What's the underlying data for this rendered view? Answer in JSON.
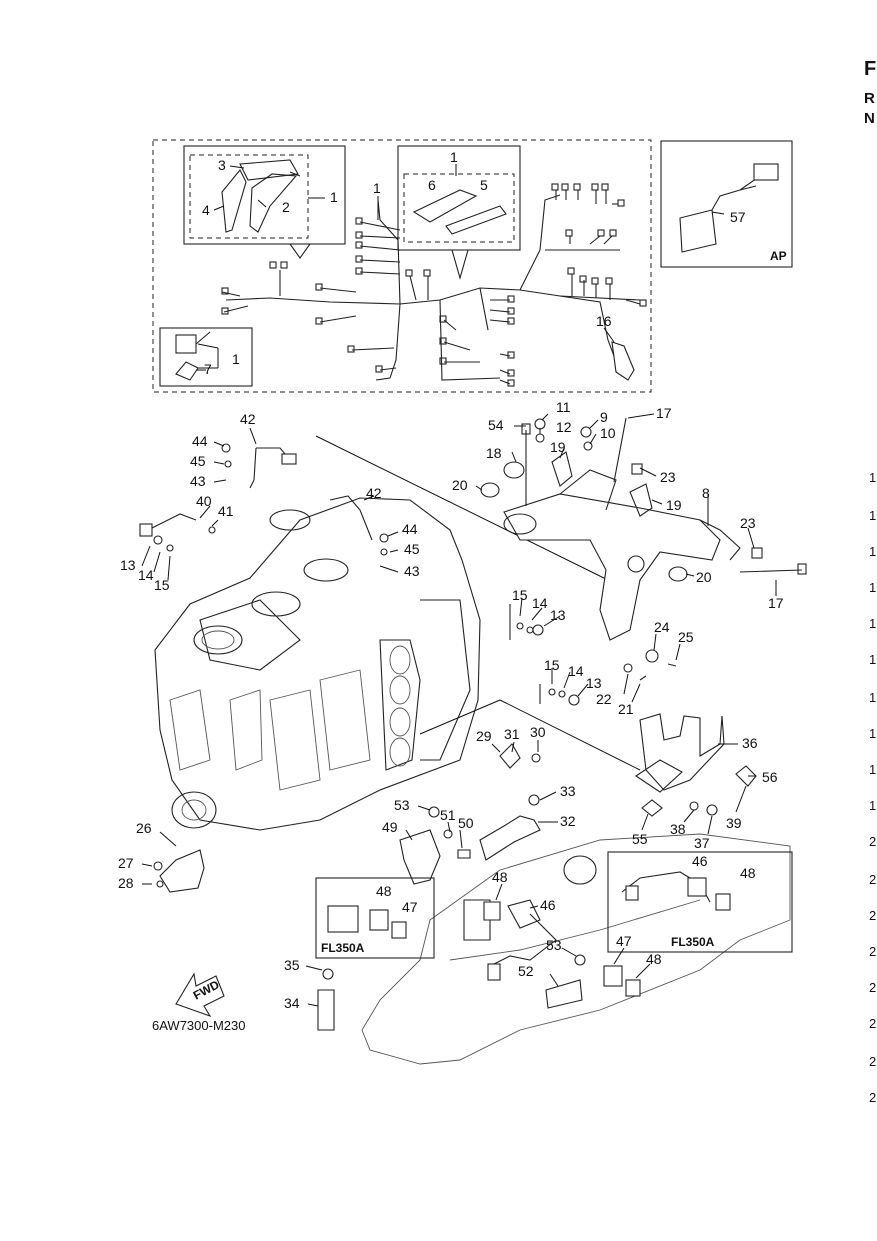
{
  "page": {
    "drawing_code": "6AW7300-M230",
    "right_edge_header": [
      "F",
      "R",
      "N"
    ],
    "right_edge_numbers": [
      "1",
      "1",
      "1",
      "1",
      "1",
      "1",
      "1",
      "1",
      "1",
      "1",
      "2",
      "2",
      "2",
      "2",
      "2",
      "2",
      "2",
      "2"
    ]
  },
  "insets": {
    "ap": "AP",
    "fl350a_left": "FL350A",
    "fl350a_right": "FL350A"
  },
  "fwd_arrow": "FWD",
  "callouts": [
    {
      "id": "c1a",
      "text": "1"
    },
    {
      "id": "c1b",
      "text": "1"
    },
    {
      "id": "c1c",
      "text": "1"
    },
    {
      "id": "c1d",
      "text": "1"
    },
    {
      "id": "c2",
      "text": "2"
    },
    {
      "id": "c3",
      "text": "3"
    },
    {
      "id": "c4",
      "text": "4"
    },
    {
      "id": "c5",
      "text": "5"
    },
    {
      "id": "c6",
      "text": "6"
    },
    {
      "id": "c7",
      "text": "7"
    },
    {
      "id": "c8",
      "text": "8"
    },
    {
      "id": "c9",
      "text": "9"
    },
    {
      "id": "c10",
      "text": "10"
    },
    {
      "id": "c11",
      "text": "11"
    },
    {
      "id": "c12",
      "text": "12"
    },
    {
      "id": "c13a",
      "text": "13"
    },
    {
      "id": "c13b",
      "text": "13"
    },
    {
      "id": "c13c",
      "text": "13"
    },
    {
      "id": "c14a",
      "text": "14"
    },
    {
      "id": "c14b",
      "text": "14"
    },
    {
      "id": "c14c",
      "text": "14"
    },
    {
      "id": "c15a",
      "text": "15"
    },
    {
      "id": "c15b",
      "text": "15"
    },
    {
      "id": "c15c",
      "text": "15"
    },
    {
      "id": "c16",
      "text": "16"
    },
    {
      "id": "c17a",
      "text": "17"
    },
    {
      "id": "c17b",
      "text": "17"
    },
    {
      "id": "c18",
      "text": "18"
    },
    {
      "id": "c19a",
      "text": "19"
    },
    {
      "id": "c19b",
      "text": "19"
    },
    {
      "id": "c20a",
      "text": "20"
    },
    {
      "id": "c20b",
      "text": "20"
    },
    {
      "id": "c21",
      "text": "21"
    },
    {
      "id": "c22",
      "text": "22"
    },
    {
      "id": "c23a",
      "text": "23"
    },
    {
      "id": "c23b",
      "text": "23"
    },
    {
      "id": "c24",
      "text": "24"
    },
    {
      "id": "c25",
      "text": "25"
    },
    {
      "id": "c26",
      "text": "26"
    },
    {
      "id": "c27",
      "text": "27"
    },
    {
      "id": "c28",
      "text": "28"
    },
    {
      "id": "c29",
      "text": "29"
    },
    {
      "id": "c30",
      "text": "30"
    },
    {
      "id": "c31",
      "text": "31"
    },
    {
      "id": "c32",
      "text": "32"
    },
    {
      "id": "c33",
      "text": "33"
    },
    {
      "id": "c34",
      "text": "34"
    },
    {
      "id": "c35",
      "text": "35"
    },
    {
      "id": "c36",
      "text": "36"
    },
    {
      "id": "c37",
      "text": "37"
    },
    {
      "id": "c38",
      "text": "38"
    },
    {
      "id": "c39",
      "text": "39"
    },
    {
      "id": "c40",
      "text": "40"
    },
    {
      "id": "c41",
      "text": "41"
    },
    {
      "id": "c42a",
      "text": "42"
    },
    {
      "id": "c42b",
      "text": "42"
    },
    {
      "id": "c43a",
      "text": "43"
    },
    {
      "id": "c43b",
      "text": "43"
    },
    {
      "id": "c44a",
      "text": "44"
    },
    {
      "id": "c44b",
      "text": "44"
    },
    {
      "id": "c45a",
      "text": "45"
    },
    {
      "id": "c45b",
      "text": "45"
    },
    {
      "id": "c46a",
      "text": "46"
    },
    {
      "id": "c46b",
      "text": "46"
    },
    {
      "id": "c47a",
      "text": "47"
    },
    {
      "id": "c47b",
      "text": "47"
    },
    {
      "id": "c48a",
      "text": "48"
    },
    {
      "id": "c48b",
      "text": "48"
    },
    {
      "id": "c48c",
      "text": "48"
    },
    {
      "id": "c48d",
      "text": "48"
    },
    {
      "id": "c49",
      "text": "49"
    },
    {
      "id": "c50",
      "text": "50"
    },
    {
      "id": "c51",
      "text": "51"
    },
    {
      "id": "c52",
      "text": "52"
    },
    {
      "id": "c53a",
      "text": "53"
    },
    {
      "id": "c53b",
      "text": "53"
    },
    {
      "id": "c54",
      "text": "54"
    },
    {
      "id": "c55",
      "text": "55"
    },
    {
      "id": "c56",
      "text": "56"
    },
    {
      "id": "c57",
      "text": "57"
    }
  ]
}
